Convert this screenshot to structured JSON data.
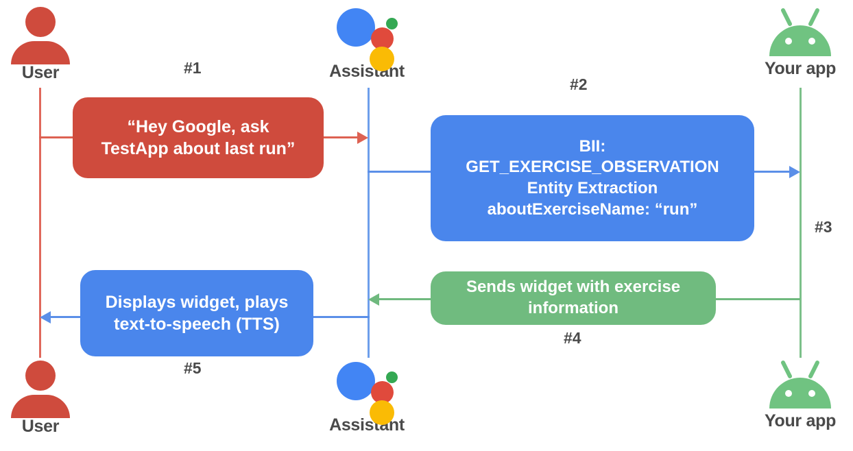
{
  "diagram": {
    "type": "sequence-diagram",
    "title": "Google Assistant App Actions flow",
    "colors": {
      "red": "#cf4b3d",
      "blue": "#4a86ec",
      "green": "#70bb7f",
      "lifeline_red": "#e0685c",
      "lifeline_blue": "#6d9eeb",
      "lifeline_green": "#7cc08a",
      "label_text": "#4a4a4a",
      "background": "#ffffff"
    }
  },
  "actors": {
    "top": [
      {
        "id": "user",
        "label": "User",
        "icon": "user-avatar-icon"
      },
      {
        "id": "assistant",
        "label": "Assistant",
        "icon": "google-assistant-icon"
      },
      {
        "id": "app",
        "label": "Your app",
        "icon": "android-robot-icon"
      }
    ],
    "bottom": [
      {
        "id": "user",
        "label": "User",
        "icon": "user-avatar-icon"
      },
      {
        "id": "assistant",
        "label": "Assistant",
        "icon": "google-assistant-icon"
      },
      {
        "id": "app",
        "label": "Your app",
        "icon": "android-robot-icon"
      }
    ]
  },
  "steps": [
    {
      "number": "#1",
      "color": "red",
      "from": "user",
      "to": "assistant",
      "lines": [
        "“Hey Google, ask",
        "TestApp about last run”"
      ]
    },
    {
      "number": "#2",
      "color": "blue",
      "from": "assistant",
      "to": "app",
      "lines": [
        "BII:",
        "GET_EXERCISE_OBSERVATION",
        "Entity Extraction",
        "aboutExerciseName: “run”"
      ]
    },
    {
      "number": "#3",
      "color": "green",
      "from": "assistant",
      "to": "app",
      "lines": []
    },
    {
      "number": "#4",
      "color": "green",
      "from": "app",
      "to": "assistant",
      "lines": [
        "Sends widget with exercise",
        "information"
      ]
    },
    {
      "number": "#5",
      "color": "blue",
      "from": "assistant",
      "to": "user",
      "lines": [
        "Displays widget, plays",
        "text-to-speech (TTS)"
      ]
    }
  ]
}
